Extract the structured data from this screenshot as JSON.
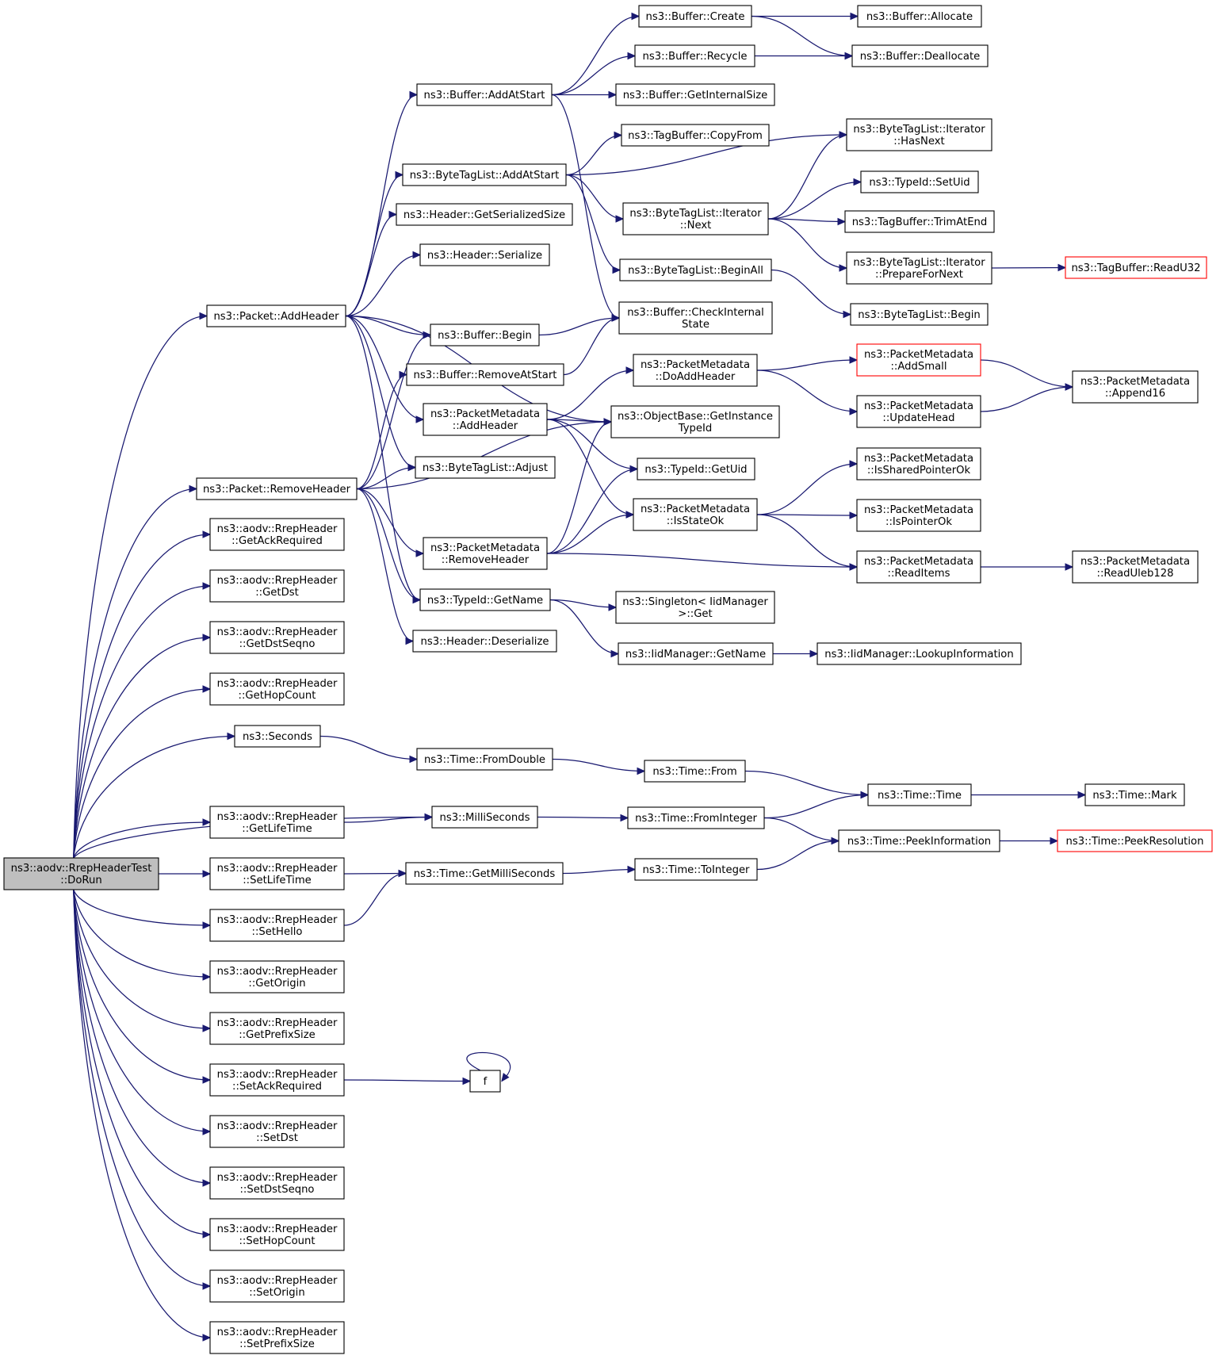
{
  "nodes": [
    {
      "id": "root",
      "lines": [
        "ns3::aodv::RrepHeaderTest",
        "::DoRun"
      ],
      "style": "root"
    },
    {
      "id": "p_addheader",
      "lines": [
        "ns3::Packet::AddHeader"
      ]
    },
    {
      "id": "p_removeheader",
      "lines": [
        "ns3::Packet::RemoveHeader"
      ]
    },
    {
      "id": "getackrequired",
      "lines": [
        "ns3::aodv::RrepHeader",
        "::GetAckRequired"
      ]
    },
    {
      "id": "getdst",
      "lines": [
        "ns3::aodv::RrepHeader",
        "::GetDst"
      ]
    },
    {
      "id": "getdstseqno",
      "lines": [
        "ns3::aodv::RrepHeader",
        "::GetDstSeqno"
      ]
    },
    {
      "id": "gethopcount",
      "lines": [
        "ns3::aodv::RrepHeader",
        "::GetHopCount"
      ]
    },
    {
      "id": "seconds",
      "lines": [
        "ns3::Seconds"
      ]
    },
    {
      "id": "getlifetime",
      "lines": [
        "ns3::aodv::RrepHeader",
        "::GetLifeTime"
      ]
    },
    {
      "id": "setlifetime",
      "lines": [
        "ns3::aodv::RrepHeader",
        "::SetLifeTime"
      ]
    },
    {
      "id": "sethello",
      "lines": [
        "ns3::aodv::RrepHeader",
        "::SetHello"
      ]
    },
    {
      "id": "getorigin",
      "lines": [
        "ns3::aodv::RrepHeader",
        "::GetOrigin"
      ]
    },
    {
      "id": "getprefixsize",
      "lines": [
        "ns3::aodv::RrepHeader",
        "::GetPrefixSize"
      ]
    },
    {
      "id": "setackrequired",
      "lines": [
        "ns3::aodv::RrepHeader",
        "::SetAckRequired"
      ]
    },
    {
      "id": "setdst",
      "lines": [
        "ns3::aodv::RrepHeader",
        "::SetDst"
      ]
    },
    {
      "id": "setdstseqno",
      "lines": [
        "ns3::aodv::RrepHeader",
        "::SetDstSeqno"
      ]
    },
    {
      "id": "sethopcount",
      "lines": [
        "ns3::aodv::RrepHeader",
        "::SetHopCount"
      ]
    },
    {
      "id": "setorigin",
      "lines": [
        "ns3::aodv::RrepHeader",
        "::SetOrigin"
      ]
    },
    {
      "id": "setprefixsize",
      "lines": [
        "ns3::aodv::RrepHeader",
        "::SetPrefixSize"
      ]
    },
    {
      "id": "buf_addatstart",
      "lines": [
        "ns3::Buffer::AddAtStart"
      ]
    },
    {
      "id": "btl_addatstart",
      "lines": [
        "ns3::ByteTagList::AddAtStart"
      ]
    },
    {
      "id": "h_getserializedsize",
      "lines": [
        "ns3::Header::GetSerializedSize"
      ]
    },
    {
      "id": "h_serialize",
      "lines": [
        "ns3::Header::Serialize"
      ]
    },
    {
      "id": "buf_begin",
      "lines": [
        "ns3::Buffer::Begin"
      ]
    },
    {
      "id": "buf_removeatstart",
      "lines": [
        "ns3::Buffer::RemoveAtStart"
      ]
    },
    {
      "id": "pm_addheader",
      "lines": [
        "ns3::PacketMetadata",
        "::AddHeader"
      ]
    },
    {
      "id": "btl_adjust",
      "lines": [
        "ns3::ByteTagList::Adjust"
      ]
    },
    {
      "id": "pm_removeheader",
      "lines": [
        "ns3::PacketMetadata",
        "::RemoveHeader"
      ]
    },
    {
      "id": "tid_getname",
      "lines": [
        "ns3::TypeId::GetName"
      ]
    },
    {
      "id": "h_deserialize",
      "lines": [
        "ns3::Header::Deserialize"
      ]
    },
    {
      "id": "t_fromdouble",
      "lines": [
        "ns3::Time::FromDouble"
      ]
    },
    {
      "id": "milliseconds",
      "lines": [
        "ns3::MilliSeconds"
      ]
    },
    {
      "id": "t_getmilliseconds",
      "lines": [
        "ns3::Time::GetMilliSeconds"
      ]
    },
    {
      "id": "f",
      "lines": [
        "f"
      ]
    },
    {
      "id": "buf_create",
      "lines": [
        "ns3::Buffer::Create"
      ]
    },
    {
      "id": "buf_recycle",
      "lines": [
        "ns3::Buffer::Recycle"
      ]
    },
    {
      "id": "buf_getinternalsize",
      "lines": [
        "ns3::Buffer::GetInternalSize"
      ]
    },
    {
      "id": "tb_copyfrom",
      "lines": [
        "ns3::TagBuffer::CopyFrom"
      ]
    },
    {
      "id": "btli_next",
      "lines": [
        "ns3::ByteTagList::Iterator",
        "::Next"
      ]
    },
    {
      "id": "btl_beginall",
      "lines": [
        "ns3::ByteTagList::BeginAll"
      ]
    },
    {
      "id": "buf_checkinternal",
      "lines": [
        "ns3::Buffer::CheckInternal",
        "State"
      ]
    },
    {
      "id": "pm_doaddheader",
      "lines": [
        "ns3::PacketMetadata",
        "::DoAddHeader"
      ]
    },
    {
      "id": "ob_getinstancetypeid",
      "lines": [
        "ns3::ObjectBase::GetInstance",
        "TypeId"
      ]
    },
    {
      "id": "tid_getuid",
      "lines": [
        "ns3::TypeId::GetUid"
      ]
    },
    {
      "id": "pm_isstateok",
      "lines": [
        "ns3::PacketMetadata",
        "::IsStateOk"
      ]
    },
    {
      "id": "singleton_get",
      "lines": [
        "ns3::Singleton< IidManager",
        ">::Get"
      ]
    },
    {
      "id": "iid_getname",
      "lines": [
        "ns3::IidManager::GetName"
      ]
    },
    {
      "id": "t_from",
      "lines": [
        "ns3::Time::From"
      ]
    },
    {
      "id": "t_frominteger",
      "lines": [
        "ns3::Time::FromInteger"
      ]
    },
    {
      "id": "t_tointeger",
      "lines": [
        "ns3::Time::ToInteger"
      ]
    },
    {
      "id": "buf_allocate",
      "lines": [
        "ns3::Buffer::Allocate"
      ]
    },
    {
      "id": "buf_deallocate",
      "lines": [
        "ns3::Buffer::Deallocate"
      ]
    },
    {
      "id": "btli_hasnext",
      "lines": [
        "ns3::ByteTagList::Iterator",
        "::HasNext"
      ]
    },
    {
      "id": "tid_setuid",
      "lines": [
        "ns3::TypeId::SetUid"
      ]
    },
    {
      "id": "tb_trimatend",
      "lines": [
        "ns3::TagBuffer::TrimAtEnd"
      ]
    },
    {
      "id": "btli_preparefornext",
      "lines": [
        "ns3::ByteTagList::Iterator",
        "::PrepareForNext"
      ]
    },
    {
      "id": "btl_begin",
      "lines": [
        "ns3::ByteTagList::Begin"
      ]
    },
    {
      "id": "pm_addsmall",
      "lines": [
        "ns3::PacketMetadata",
        "::AddSmall"
      ],
      "style": "red"
    },
    {
      "id": "pm_updatehead",
      "lines": [
        "ns3::PacketMetadata",
        "::UpdateHead"
      ]
    },
    {
      "id": "pm_issharedpointerok",
      "lines": [
        "ns3::PacketMetadata",
        "::IsSharedPointerOk"
      ]
    },
    {
      "id": "pm_ispointerok",
      "lines": [
        "ns3::PacketMetadata",
        "::IsPointerOk"
      ]
    },
    {
      "id": "pm_readitems",
      "lines": [
        "ns3::PacketMetadata",
        "::ReadItems"
      ]
    },
    {
      "id": "iid_lookupinformation",
      "lines": [
        "ns3::IidManager::LookupInformation"
      ]
    },
    {
      "id": "t_time",
      "lines": [
        "ns3::Time::Time"
      ]
    },
    {
      "id": "t_peekinformation",
      "lines": [
        "ns3::Time::PeekInformation"
      ]
    },
    {
      "id": "tb_readu32",
      "lines": [
        "ns3::TagBuffer::ReadU32"
      ],
      "style": "red"
    },
    {
      "id": "pm_append16",
      "lines": [
        "ns3::PacketMetadata",
        "::Append16"
      ]
    },
    {
      "id": "pm_readuleb128",
      "lines": [
        "ns3::PacketMetadata",
        "::ReadUleb128"
      ]
    },
    {
      "id": "t_mark",
      "lines": [
        "ns3::Time::Mark"
      ]
    },
    {
      "id": "t_peekresolution",
      "lines": [
        "ns3::Time::PeekResolution"
      ],
      "style": "red"
    }
  ],
  "edges": [
    [
      "root",
      "p_addheader"
    ],
    [
      "root",
      "p_removeheader"
    ],
    [
      "root",
      "getackrequired"
    ],
    [
      "root",
      "getdst"
    ],
    [
      "root",
      "getdstseqno"
    ],
    [
      "root",
      "gethopcount"
    ],
    [
      "root",
      "seconds"
    ],
    [
      "root",
      "milliseconds"
    ],
    [
      "root",
      "getlifetime"
    ],
    [
      "root",
      "setlifetime"
    ],
    [
      "root",
      "sethello"
    ],
    [
      "root",
      "getorigin"
    ],
    [
      "root",
      "getprefixsize"
    ],
    [
      "root",
      "setackrequired"
    ],
    [
      "root",
      "setdst"
    ],
    [
      "root",
      "setdstseqno"
    ],
    [
      "root",
      "sethopcount"
    ],
    [
      "root",
      "setorigin"
    ],
    [
      "root",
      "setprefixsize"
    ],
    [
      "p_addheader",
      "buf_addatstart"
    ],
    [
      "p_addheader",
      "btl_addatstart"
    ],
    [
      "p_addheader",
      "h_getserializedsize"
    ],
    [
      "p_addheader",
      "h_serialize"
    ],
    [
      "p_addheader",
      "buf_begin"
    ],
    [
      "p_addheader",
      "pm_addheader"
    ],
    [
      "p_addheader",
      "btl_adjust"
    ],
    [
      "p_addheader",
      "tid_getname"
    ],
    [
      "p_addheader",
      "ob_getinstancetypeid"
    ],
    [
      "p_removeheader",
      "buf_begin"
    ],
    [
      "p_removeheader",
      "buf_removeatstart"
    ],
    [
      "p_removeheader",
      "btl_adjust"
    ],
    [
      "p_removeheader",
      "pm_removeheader"
    ],
    [
      "p_removeheader",
      "tid_getname"
    ],
    [
      "p_removeheader",
      "h_deserialize"
    ],
    [
      "p_removeheader",
      "ob_getinstancetypeid"
    ],
    [
      "seconds",
      "t_fromdouble"
    ],
    [
      "getlifetime",
      "milliseconds"
    ],
    [
      "setlifetime",
      "t_getmilliseconds"
    ],
    [
      "sethello",
      "t_getmilliseconds"
    ],
    [
      "setackrequired",
      "f"
    ],
    [
      "f",
      "f"
    ],
    [
      "buf_addatstart",
      "buf_create"
    ],
    [
      "buf_addatstart",
      "buf_recycle"
    ],
    [
      "buf_addatstart",
      "buf_getinternalsize"
    ],
    [
      "buf_addatstart",
      "buf_checkinternal"
    ],
    [
      "btl_addatstart",
      "tb_copyfrom"
    ],
    [
      "btl_addatstart",
      "btli_hasnext"
    ],
    [
      "btl_addatstart",
      "btli_next"
    ],
    [
      "btl_addatstart",
      "btl_beginall"
    ],
    [
      "buf_begin",
      "buf_checkinternal"
    ],
    [
      "buf_removeatstart",
      "buf_checkinternal"
    ],
    [
      "pm_addheader",
      "pm_doaddheader"
    ],
    [
      "pm_addheader",
      "ob_getinstancetypeid"
    ],
    [
      "pm_addheader",
      "tid_getuid"
    ],
    [
      "pm_addheader",
      "pm_isstateok"
    ],
    [
      "pm_removeheader",
      "ob_getinstancetypeid"
    ],
    [
      "pm_removeheader",
      "tid_getuid"
    ],
    [
      "pm_removeheader",
      "pm_isstateok"
    ],
    [
      "pm_removeheader",
      "pm_readitems"
    ],
    [
      "tid_getname",
      "singleton_get"
    ],
    [
      "tid_getname",
      "iid_getname"
    ],
    [
      "t_fromdouble",
      "t_from"
    ],
    [
      "milliseconds",
      "t_frominteger"
    ],
    [
      "t_getmilliseconds",
      "t_tointeger"
    ],
    [
      "buf_create",
      "buf_allocate"
    ],
    [
      "buf_create",
      "buf_deallocate"
    ],
    [
      "buf_recycle",
      "buf_deallocate"
    ],
    [
      "btli_next",
      "btli_hasnext"
    ],
    [
      "btli_next",
      "tid_setuid"
    ],
    [
      "btli_next",
      "tb_trimatend"
    ],
    [
      "btli_next",
      "btli_preparefornext"
    ],
    [
      "btl_beginall",
      "btl_begin"
    ],
    [
      "pm_doaddheader",
      "pm_addsmall"
    ],
    [
      "pm_doaddheader",
      "pm_updatehead"
    ],
    [
      "pm_isstateok",
      "pm_issharedpointerok"
    ],
    [
      "pm_isstateok",
      "pm_ispointerok"
    ],
    [
      "pm_isstateok",
      "pm_readitems"
    ],
    [
      "iid_getname",
      "iid_lookupinformation"
    ],
    [
      "t_from",
      "t_time"
    ],
    [
      "t_frominteger",
      "t_time"
    ],
    [
      "t_frominteger",
      "t_peekinformation"
    ],
    [
      "t_tointeger",
      "t_peekinformation"
    ],
    [
      "btli_preparefornext",
      "tb_readu32"
    ],
    [
      "pm_addsmall",
      "pm_append16"
    ],
    [
      "pm_updatehead",
      "pm_append16"
    ],
    [
      "pm_readitems",
      "pm_readuleb128"
    ],
    [
      "t_time",
      "t_mark"
    ],
    [
      "t_peekinformation",
      "t_peekresolution"
    ]
  ]
}
